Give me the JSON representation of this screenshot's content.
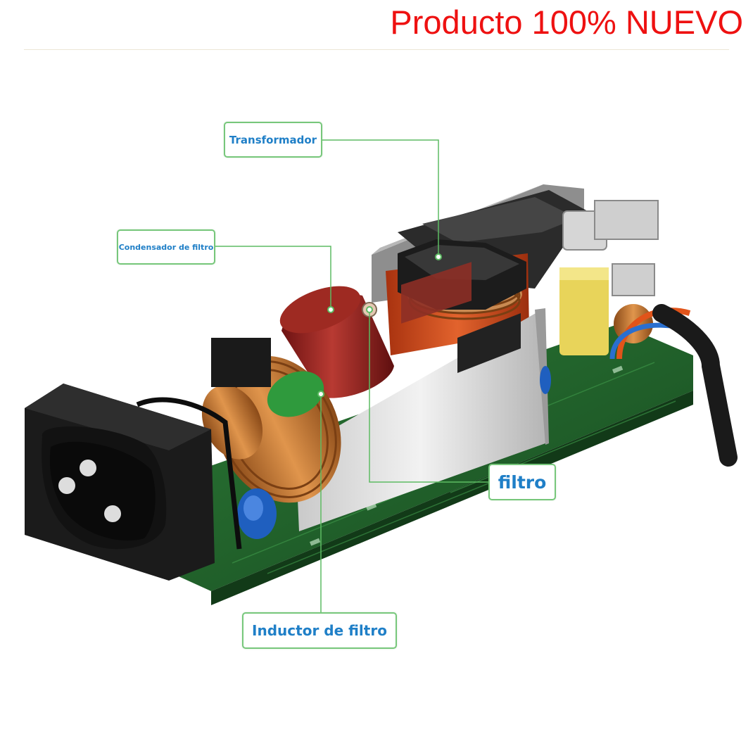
{
  "header": {
    "headline": "Producto 100% NUEVO",
    "headline_color": "#ee1111"
  },
  "illustration": {
    "subject": "power-supply-circuit-board"
  },
  "callouts": {
    "transformador": "Transformador",
    "condensador": "Condensador de filtro",
    "filtro": "filtro",
    "inductor": "Inductor de filtro"
  },
  "colors": {
    "callout_border": "#77c77b",
    "callout_text": "#1f7fc7",
    "leader_line": "#5dbb63",
    "pcb": "#1f5e2a",
    "capacitor": "#8c1d1d",
    "copper_coil": "#c8772f"
  }
}
